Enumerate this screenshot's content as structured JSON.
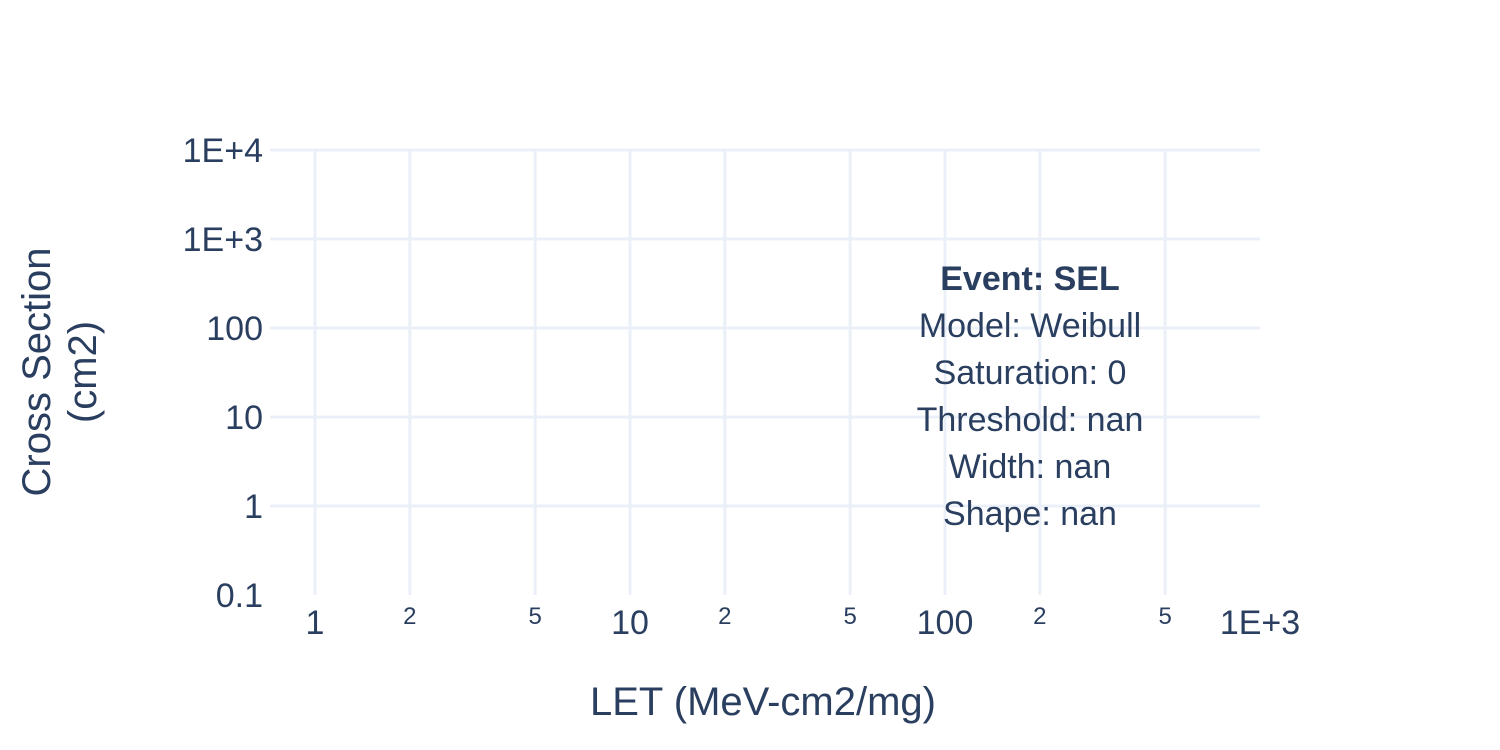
{
  "chart_data": {
    "type": "scatter",
    "title": "",
    "xlabel": "LET (MeV-cm2/mg)",
    "ylabel_lines": [
      "Cross Section",
      "(cm2)"
    ],
    "x_scale": "log",
    "y_scale": "log",
    "xlim": [
      0.9,
      1000
    ],
    "ylim": [
      0.1,
      10000
    ],
    "grid": true,
    "x_major_ticks": [
      {
        "value": 1,
        "label": "1"
      },
      {
        "value": 10,
        "label": "10"
      },
      {
        "value": 100,
        "label": "100"
      },
      {
        "value": 1000,
        "label": "1E+3"
      }
    ],
    "x_minor_ticks": [
      {
        "value": 2,
        "label": "2"
      },
      {
        "value": 5,
        "label": "5"
      },
      {
        "value": 20,
        "label": "2"
      },
      {
        "value": 50,
        "label": "5"
      },
      {
        "value": 200,
        "label": "2"
      },
      {
        "value": 500,
        "label": "5"
      }
    ],
    "y_ticks": [
      {
        "value": 0.1,
        "label": "0.1"
      },
      {
        "value": 1,
        "label": "1"
      },
      {
        "value": 10,
        "label": "10"
      },
      {
        "value": 100,
        "label": "100"
      },
      {
        "value": 1000,
        "label": "1E+3"
      },
      {
        "value": 10000,
        "label": "1E+4"
      }
    ],
    "series": [],
    "annotation": {
      "lines": [
        {
          "text": "Event: SEL",
          "bold": true
        },
        {
          "text": "Model: Weibull",
          "bold": false
        },
        {
          "text": "Saturation: 0",
          "bold": false
        },
        {
          "text": "Threshold: nan",
          "bold": false
        },
        {
          "text": "Width: nan",
          "bold": false
        },
        {
          "text": "Shape: nan",
          "bold": false
        }
      ]
    },
    "colors": {
      "text": "#2a3f5f",
      "grid": "#ebf0f8",
      "background": "#ffffff"
    }
  }
}
